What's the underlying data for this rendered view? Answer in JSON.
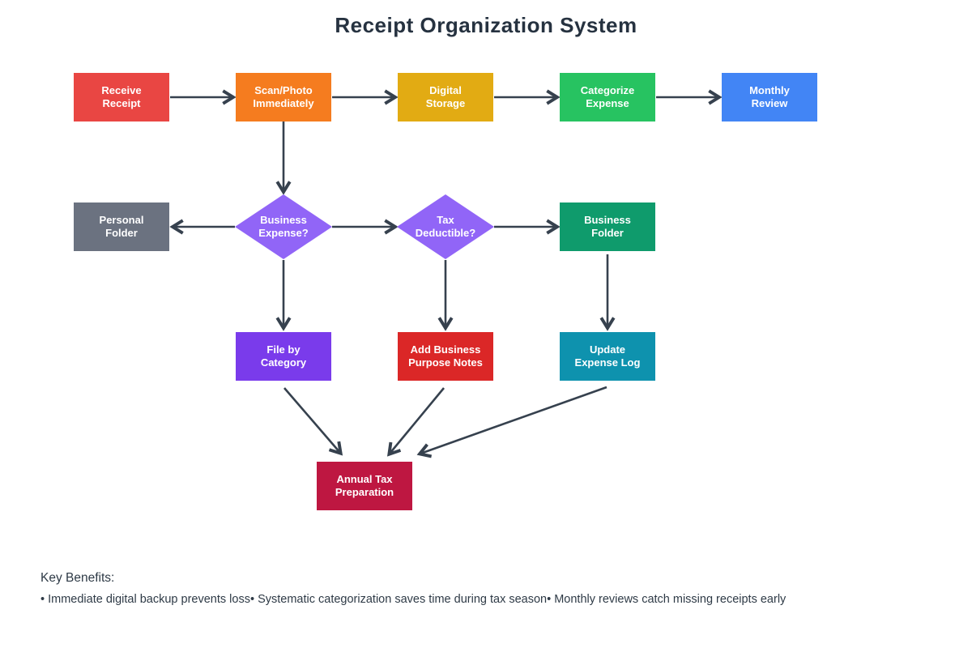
{
  "title": "Receipt Organization System",
  "colors": {
    "arrow": "#36414E",
    "title_text": "#263240",
    "body_text": "#2E3A46"
  },
  "nodes": [
    {
      "id": "receive-receipt",
      "label": "Receive\nReceipt",
      "color": "#E94643",
      "shape": "rect"
    },
    {
      "id": "scan-photo-immediately",
      "label": "Scan/Photo\nImmediately",
      "color": "#F57C1F",
      "shape": "rect"
    },
    {
      "id": "digital-storage",
      "label": "Digital\nStorage",
      "color": "#E2AB13",
      "shape": "rect"
    },
    {
      "id": "categorize-expense",
      "label": "Categorize\nExpense",
      "color": "#27C361",
      "shape": "rect"
    },
    {
      "id": "monthly-review",
      "label": "Monthly\nReview",
      "color": "#4285F5",
      "shape": "rect"
    },
    {
      "id": "personal-folder",
      "label": "Personal\nFolder",
      "color": "#6B7280",
      "shape": "rect"
    },
    {
      "id": "business-expense-decision",
      "label": "Business\nExpense?",
      "color": "#9165F7",
      "shape": "diamond"
    },
    {
      "id": "tax-deductible-decision",
      "label": "Tax\nDeductible?",
      "color": "#9165F7",
      "shape": "diamond"
    },
    {
      "id": "business-folder",
      "label": "Business\nFolder",
      "color": "#0F9B6C",
      "shape": "rect"
    },
    {
      "id": "file-by-category",
      "label": "File by\nCategory",
      "color": "#7A3BEB",
      "shape": "rect"
    },
    {
      "id": "add-business-purpose-notes",
      "label": "Add Business\nPurpose Notes",
      "color": "#DB2727",
      "shape": "rect"
    },
    {
      "id": "update-expense-log",
      "label": "Update\nExpense Log",
      "color": "#0E92AE",
      "shape": "rect"
    },
    {
      "id": "annual-tax-preparation",
      "label": "Annual Tax\nPreparation",
      "color": "#BE1741",
      "shape": "rect"
    }
  ],
  "benefits": {
    "heading": "Key Benefits:",
    "items": [
      "• Immediate digital backup prevents loss",
      "• Systematic categorization saves time during tax season",
      "• Monthly reviews catch missing receipts early"
    ]
  }
}
